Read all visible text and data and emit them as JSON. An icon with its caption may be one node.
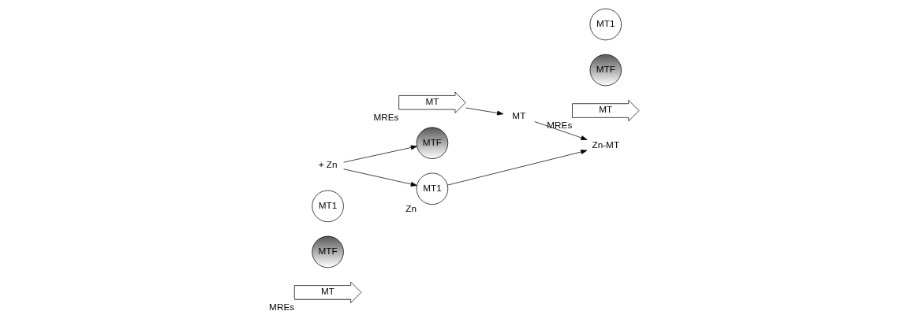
{
  "diagram": {
    "nodes": [
      {
        "text": [
          "MT"
        ],
        "beside": [
          "MREs"
        ]
      },
      {
        "text": [
          "MTF"
        ]
      },
      {
        "text": [
          "MT1"
        ]
      },
      {
        "text": [
          "MT"
        ],
        "beside": [
          "MREs"
        ]
      },
      {
        "text": [
          "MTF"
        ]
      },
      {
        "text": [
          "+ Zn"
        ]
      },
      {
        "text": [
          "MT1"
        ],
        "beside": [
          "Zn"
        ]
      },
      {
        "text": [
          "MT"
        ]
      },
      {
        "text": [
          "MT"
        ],
        "beside": [
          "MREs"
        ]
      },
      {
        "text": [
          "Zn-MT"
        ]
      },
      {
        "text": [
          "MTF"
        ]
      },
      {
        "text": [
          "MT1"
        ]
      }
    ],
    "edges": [
      {
        "from": 5,
        "to": 4,
        "arrow": "to"
      },
      {
        "from": 5,
        "to": 6,
        "arrow": "to"
      },
      {
        "from": 3,
        "to": 7,
        "arrow": "to"
      },
      {
        "from": 7,
        "to": 9,
        "arrow": "to"
      },
      {
        "from": 6,
        "to": 9,
        "arrow": "to"
      }
    ]
  }
}
